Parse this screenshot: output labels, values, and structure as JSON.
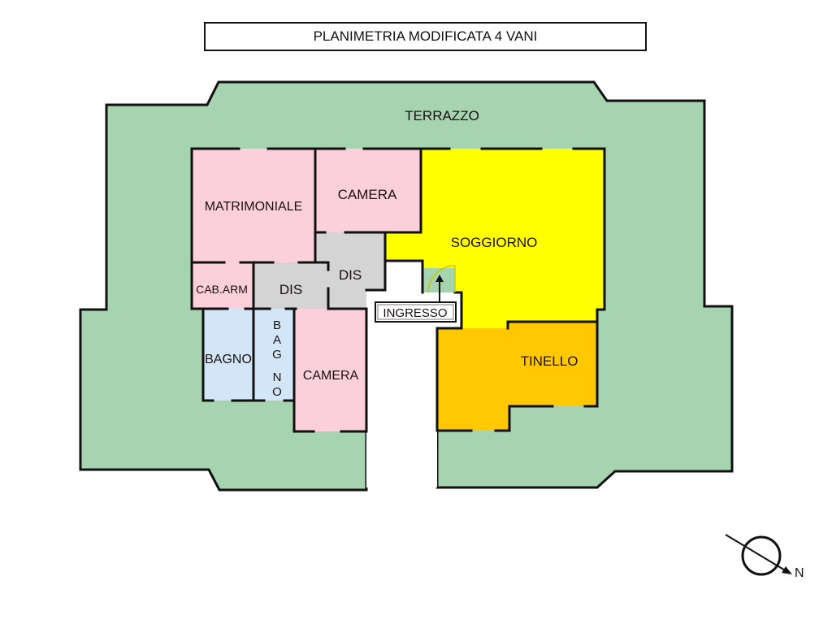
{
  "title": "PLANIMETRIA MODIFICATA 4 VANI",
  "colors": {
    "terrace": "#a6d3b0",
    "bedroom": "#fcd0da",
    "corridor": "#d4d4d4",
    "bathroom": "#d3e6f8",
    "living": "#ffff00",
    "dining": "#ffc800",
    "wall": "#111111"
  },
  "rooms": {
    "terrazzo": "TERRAZZO",
    "matrimoniale": "MATRIMONIALE",
    "camera_top": "CAMERA",
    "soggiorno": "SOGGIORNO",
    "dis_right": "DIS",
    "dis_left": "DIS",
    "cab_arm": "CAB.ARM",
    "bagno_left": "BAGNO",
    "bagno_right": [
      "B",
      "A",
      "G",
      "N",
      "O"
    ],
    "camera_bottom": "CAMERA",
    "tinello": "TINELLO",
    "ingresso": "INGRESSO"
  },
  "compass": {
    "label": "N",
    "icon": "north-arrow-icon"
  }
}
